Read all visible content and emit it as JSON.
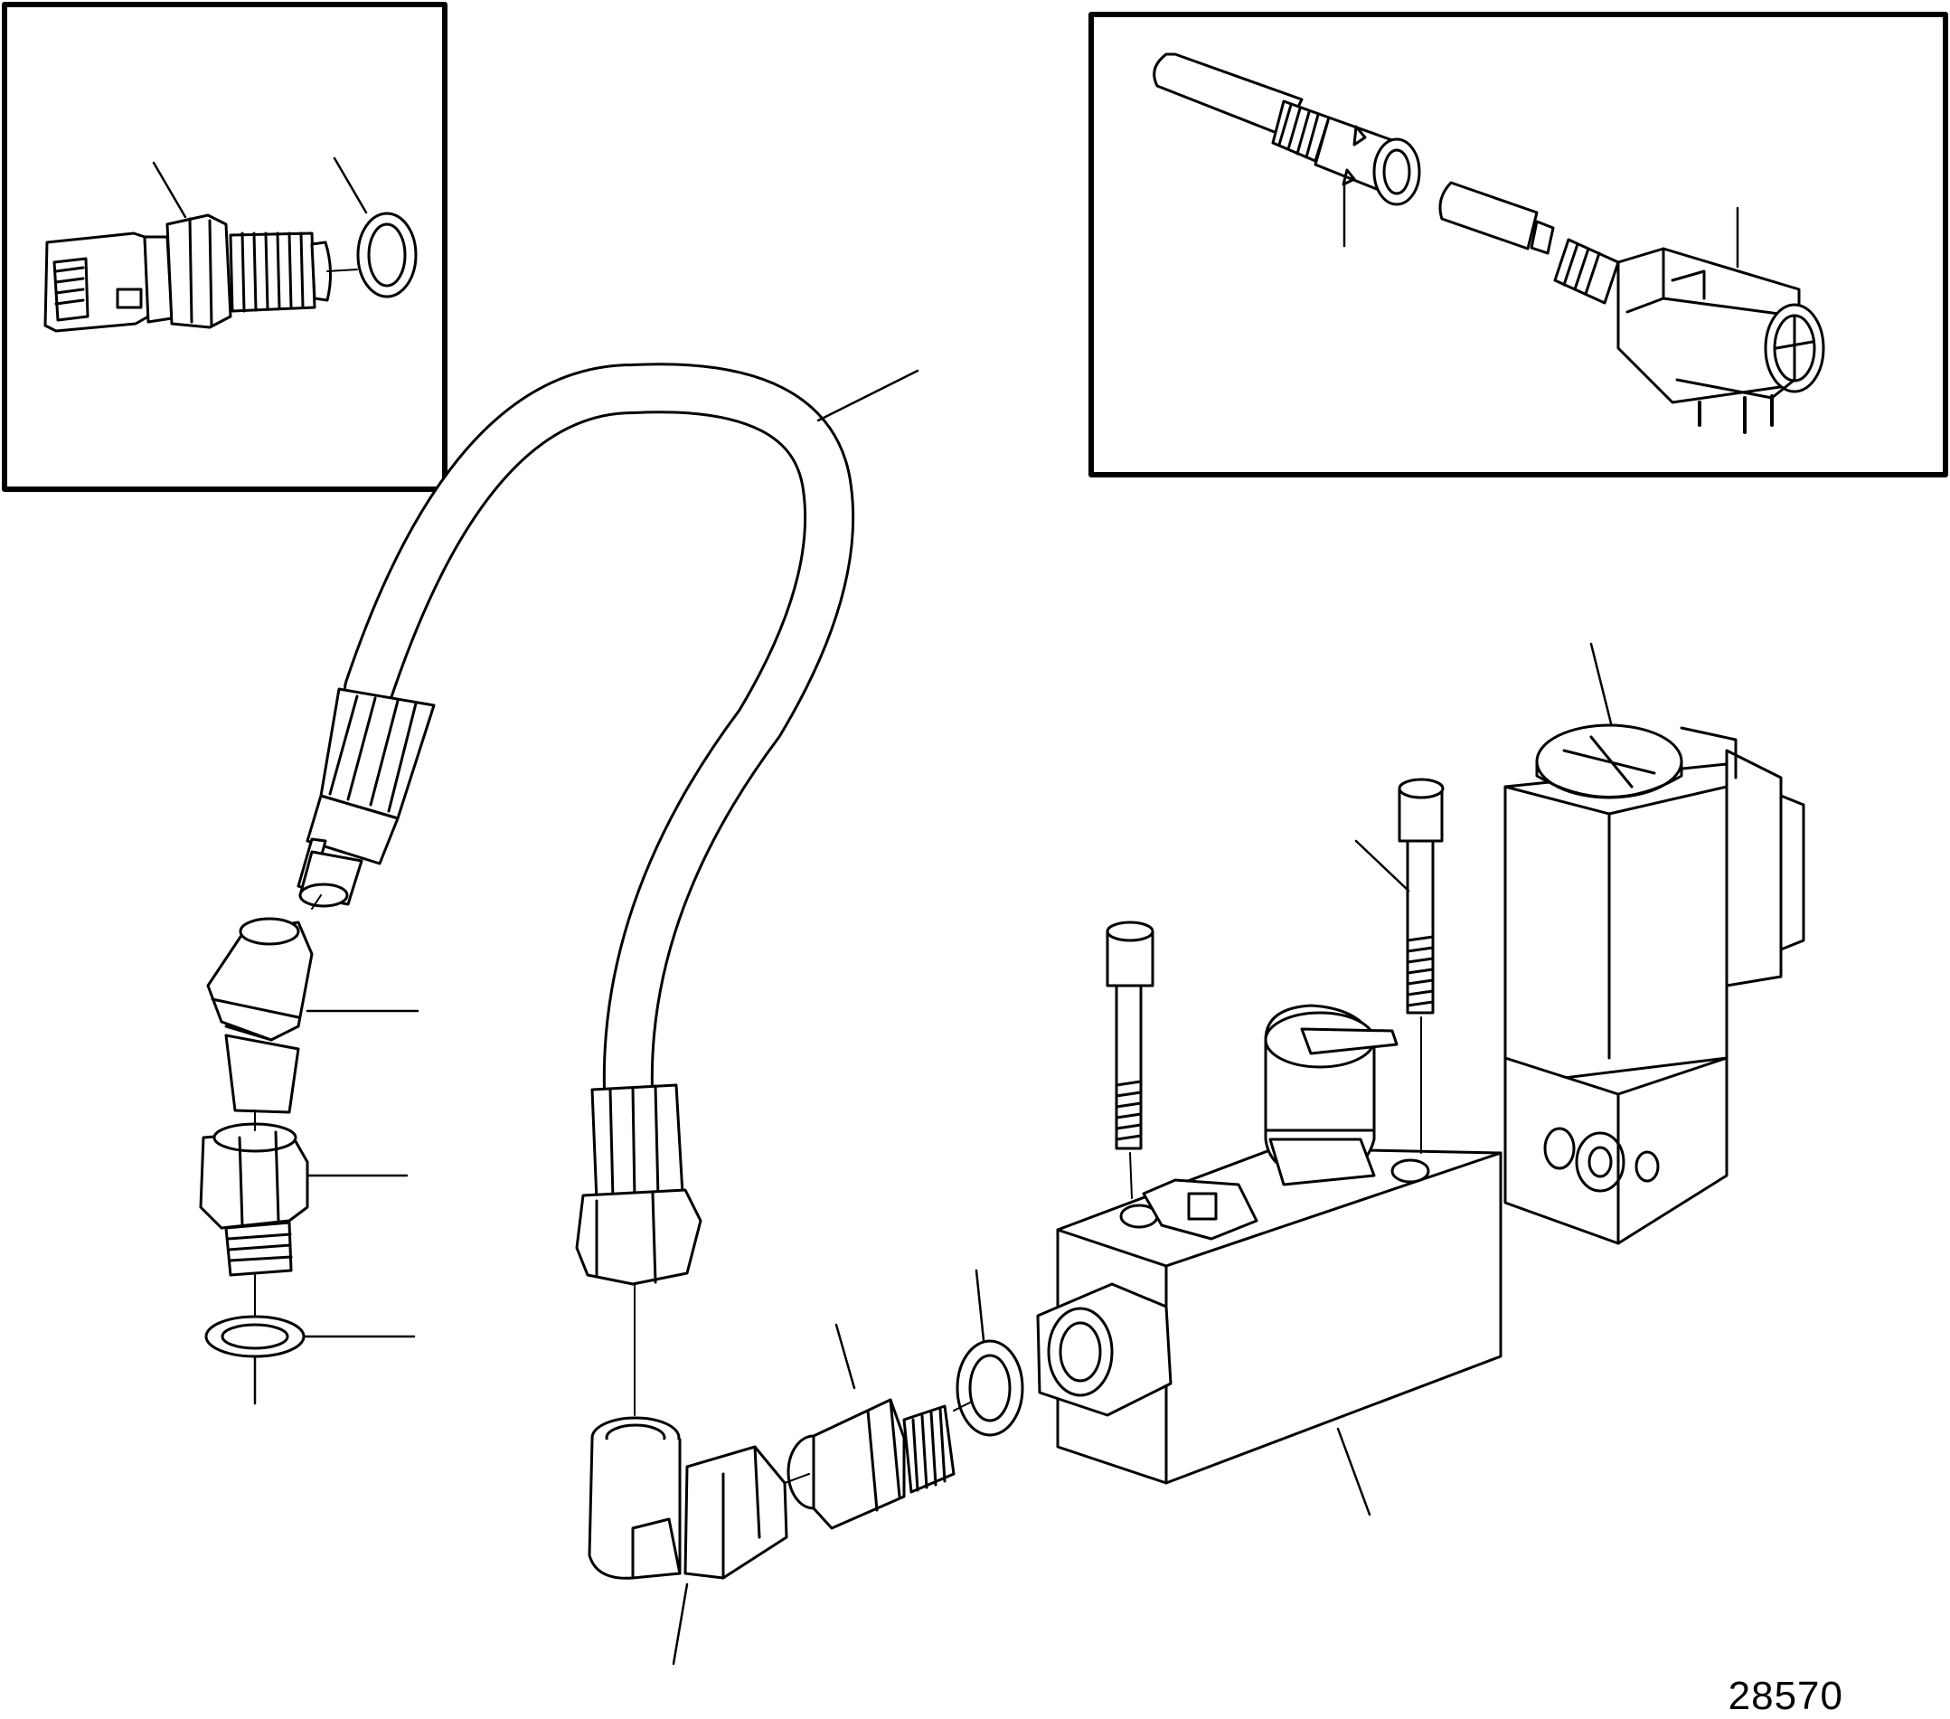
{
  "figure": {
    "number": "28570"
  },
  "colors": {
    "ink": "#000000",
    "paper": "#ffffff",
    "hose_fill": "#ffffff"
  },
  "parts": [
    "temperature-sensor",
    "sensor-sealing-washer",
    "pressure-switch",
    "switch-cable-plug",
    "hose",
    "banjo-nut",
    "adapter-nipple",
    "sealing-washer-upper",
    "sealing-washer-lower",
    "elbow-fitting",
    "threaded-nipple",
    "sealing-washer-block",
    "valve-block",
    "screw-left",
    "screw-right",
    "solenoid-valve",
    "pilot-valve"
  ]
}
